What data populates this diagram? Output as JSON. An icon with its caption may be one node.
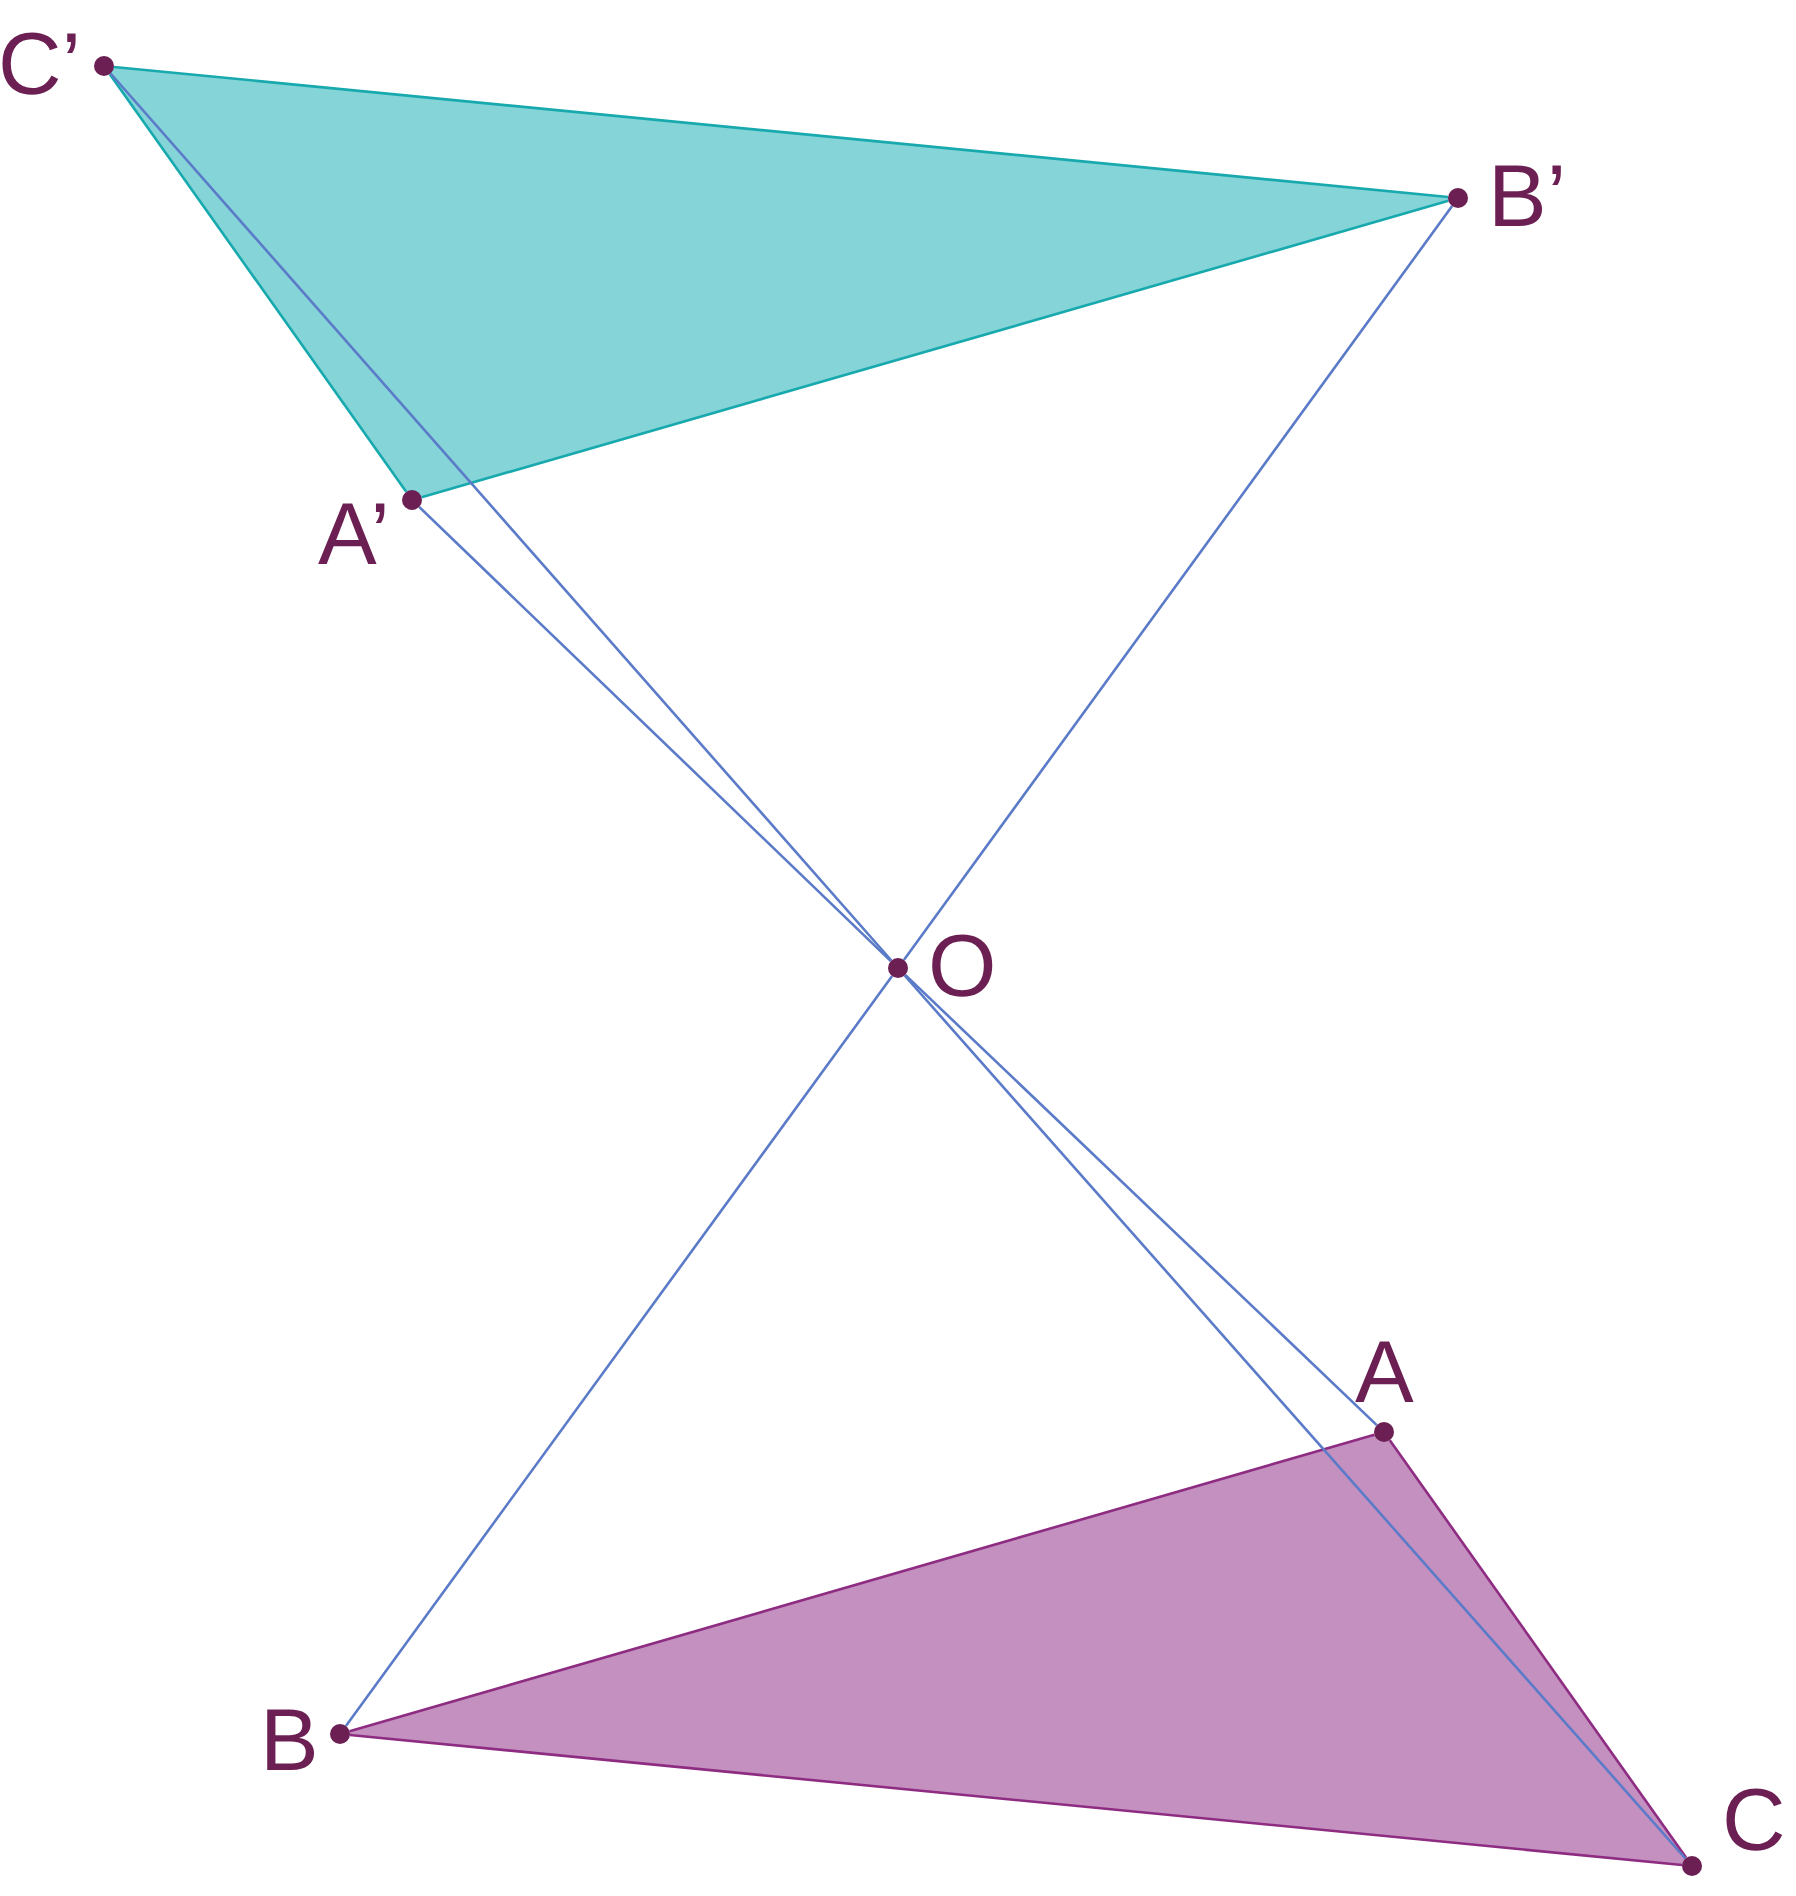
{
  "diagram": {
    "nodes": [
      {
        "text": [
          "C’"
        ]
      },
      {
        "text": [
          "B’"
        ]
      },
      {
        "text": [
          "A’"
        ]
      },
      {
        "text": [
          "O"
        ]
      },
      {
        "text": [
          "A"
        ]
      },
      {
        "text": [
          "B"
        ]
      },
      {
        "text": [
          "C"
        ]
      }
    ],
    "edges": [
      {
        "from": 2,
        "to": 1,
        "arrow": "none",
        "color": "#17a9ad"
      },
      {
        "from": 1,
        "to": 0,
        "arrow": "none",
        "color": "#17a9ad"
      },
      {
        "from": 0,
        "to": 2,
        "arrow": "none",
        "color": "#17a9ad"
      },
      {
        "from": 4,
        "to": 5,
        "arrow": "none",
        "color": "#8e2c82"
      },
      {
        "from": 5,
        "to": 6,
        "arrow": "none",
        "color": "#8e2c82"
      },
      {
        "from": 6,
        "to": 4,
        "arrow": "none",
        "color": "#8e2c82"
      },
      {
        "from": 2,
        "to": 3,
        "arrow": "none"
      },
      {
        "from": 3,
        "to": 4,
        "arrow": "none"
      },
      {
        "from": 1,
        "to": 3,
        "arrow": "none"
      },
      {
        "from": 3,
        "to": 5,
        "arrow": "none"
      },
      {
        "from": 0,
        "to": 3,
        "arrow": "none"
      },
      {
        "from": 3,
        "to": 6,
        "arrow": "none"
      }
    ]
  }
}
